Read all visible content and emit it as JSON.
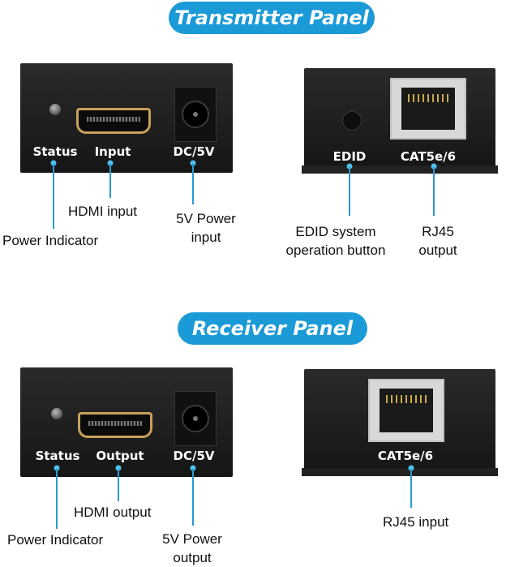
{
  "transmitter": {
    "title": "Transmitter Panel",
    "left_panel": {
      "labels": {
        "status": "Status",
        "input": "Input",
        "dc": "DC/5V"
      }
    },
    "right_panel": {
      "labels": {
        "edid": "EDID",
        "cat": "CAT5e/6"
      }
    },
    "captions": {
      "power_indicator": "Power Indicator",
      "hdmi_input": "HDMI input",
      "power_line1": "5V Power",
      "power_line2": "input",
      "edid_line1": "EDID system",
      "edid_line2": "operation button",
      "rj45_line1": "RJ45",
      "rj45_line2": "output"
    }
  },
  "receiver": {
    "title": "Receiver Panel",
    "left_panel": {
      "labels": {
        "status": "Status",
        "output": "Output",
        "dc": "DC/5V"
      }
    },
    "right_panel": {
      "labels": {
        "cat": "CAT5e/6"
      }
    },
    "captions": {
      "power_indicator": "Power Indicator",
      "hdmi_output": "HDMI output",
      "power_line1": "5V Power",
      "power_line2": "output",
      "rj45_input": "RJ45 input"
    }
  },
  "colors": {
    "accent": "#1a9ad6",
    "leader_line": "#2a9ad4",
    "panel": "#1c1c1c",
    "hdmi_gold": "#c8a15a"
  },
  "icons": [
    "led-indicator",
    "hdmi-port",
    "dc-jack",
    "rj45-port",
    "edid-button"
  ]
}
